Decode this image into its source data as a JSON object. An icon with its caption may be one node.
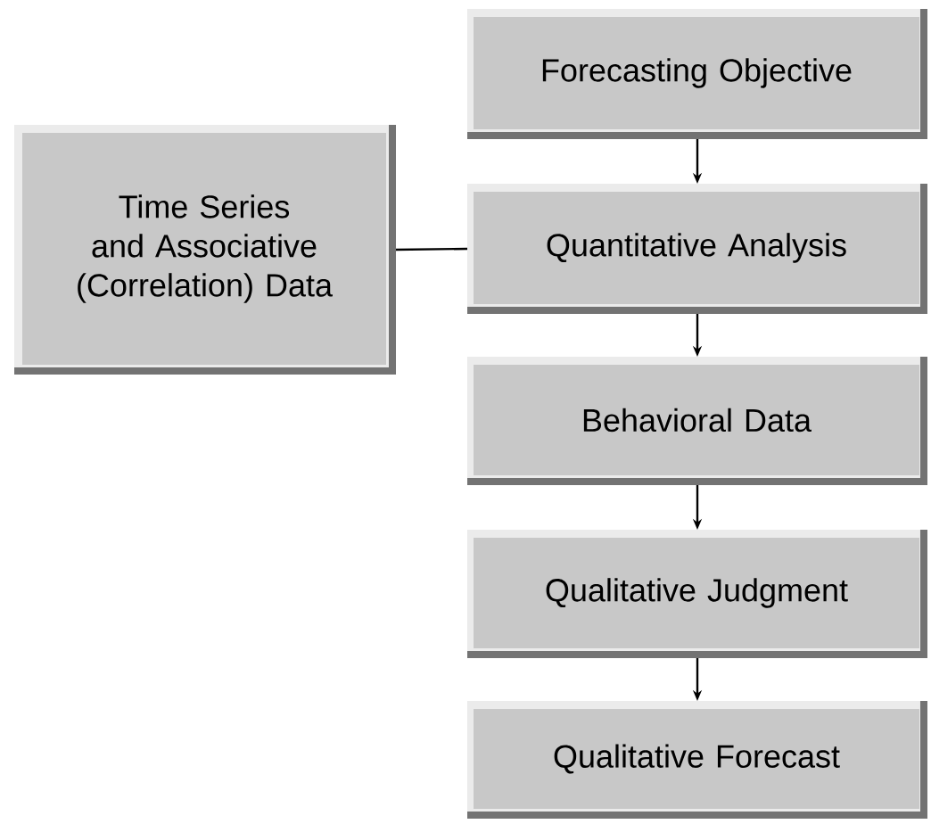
{
  "diagram": {
    "nodes": [
      {
        "text": [
          "Time Series and Associative (Correlation) Data"
        ]
      },
      {
        "text": [
          "Forecasting Objective"
        ]
      },
      {
        "text": [
          "Quantitative Analysis"
        ]
      },
      {
        "text": [
          "Behavioral Data"
        ]
      },
      {
        "text": [
          "Qualitative Judgment"
        ]
      },
      {
        "text": [
          "Qualitative Forecast"
        ]
      }
    ],
    "edges": [
      {
        "from": 0,
        "to": 2,
        "arrow": "none"
      },
      {
        "from": 1,
        "to": 2,
        "arrow": "to"
      },
      {
        "from": 2,
        "to": 3,
        "arrow": "to"
      },
      {
        "from": 3,
        "to": 4,
        "arrow": "to"
      },
      {
        "from": 4,
        "to": 5,
        "arrow": "to"
      }
    ]
  }
}
